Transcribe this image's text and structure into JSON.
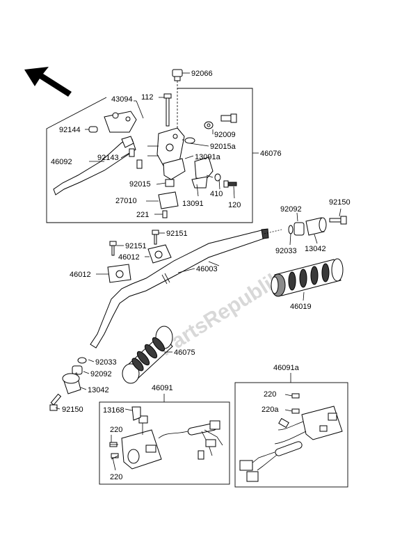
{
  "watermark": "PartsRepublik",
  "labels": {
    "p92066": "92066",
    "p112": "112",
    "p43094": "43094",
    "p92144": "92144",
    "p92009": "92009",
    "p92015a": "92015a",
    "p46076": "46076",
    "p46092": "46092",
    "p92143": "92143",
    "p13091a": "13091a",
    "p92015": "92015",
    "p27010": "27010",
    "p13091": "13091",
    "p410": "410",
    "p120": "120",
    "p221": "221",
    "p92092_r": "92092",
    "p92150_r": "92150",
    "p92151_a": "92151",
    "p92151_b": "92151",
    "p46012_a": "46012",
    "p46012_b": "46012",
    "p46003": "46003",
    "p92033_r": "92033",
    "p13042_r": "13042",
    "p46019": "46019",
    "p46075": "46075",
    "p92033_l": "92033",
    "p92092_l": "92092",
    "p13042_l": "13042",
    "p92150_l": "92150",
    "p46091a": "46091a",
    "p220_r": "220",
    "p220a": "220a",
    "p46091": "46091",
    "p13168": "13168",
    "p220_l1": "220",
    "p220_l2": "220"
  }
}
